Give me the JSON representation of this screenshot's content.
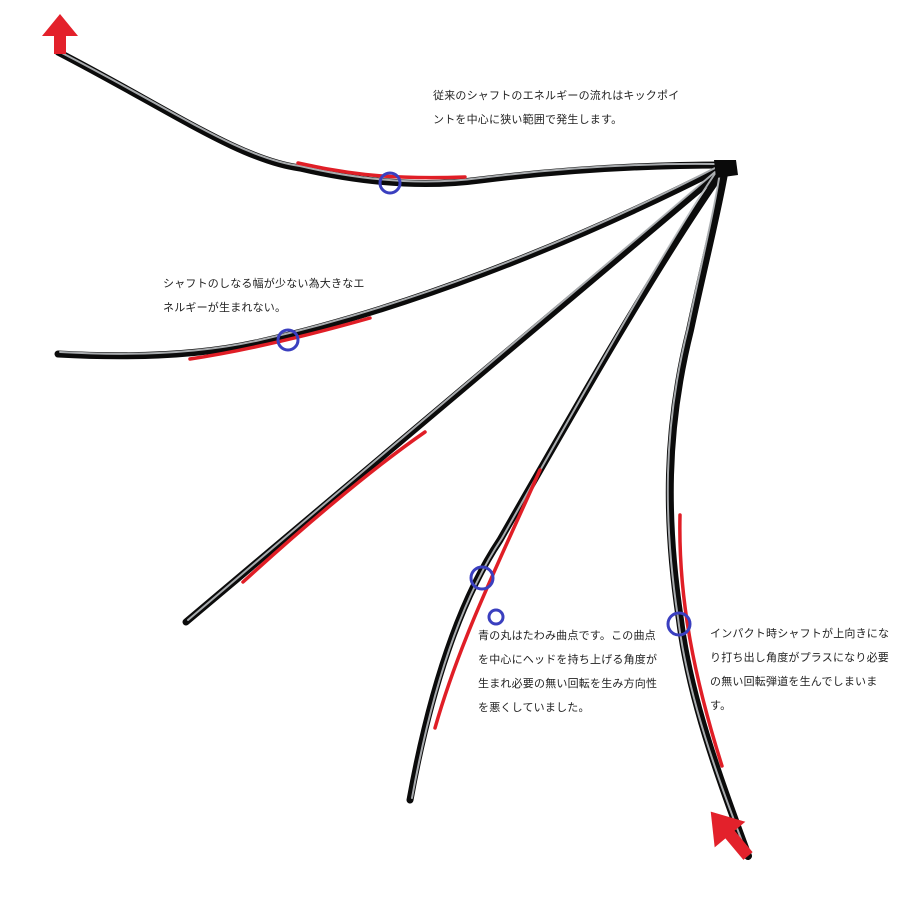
{
  "colors": {
    "shaft_dark": "#0a0a0a",
    "shaft_light": "#b8bcbf",
    "highlight": "#e01e26",
    "arrow": "#e3212b",
    "marker": "#3a3fbf"
  },
  "notes": {
    "top": [
      "従来のシャフトのエネルギーの流れはキックポイ",
      "ントを中心に狭い範囲で発生します。"
    ],
    "left": [
      "シャフトのしなる幅が少ない為大きなエ",
      "ネルギーが生まれない。"
    ],
    "mid": [
      "青の丸はたわみ曲点です。この曲点",
      "を中心にヘッドを持ち上げる角度が",
      "生まれ必要の無い回転を生み方向性",
      "を悪くしていました。"
    ],
    "right": [
      "インパクト時シャフトが上向きにな",
      "り打ち出し角度がプラスになり必要",
      "の無い回転弾道を生んでしまいま",
      "す。"
    ]
  }
}
